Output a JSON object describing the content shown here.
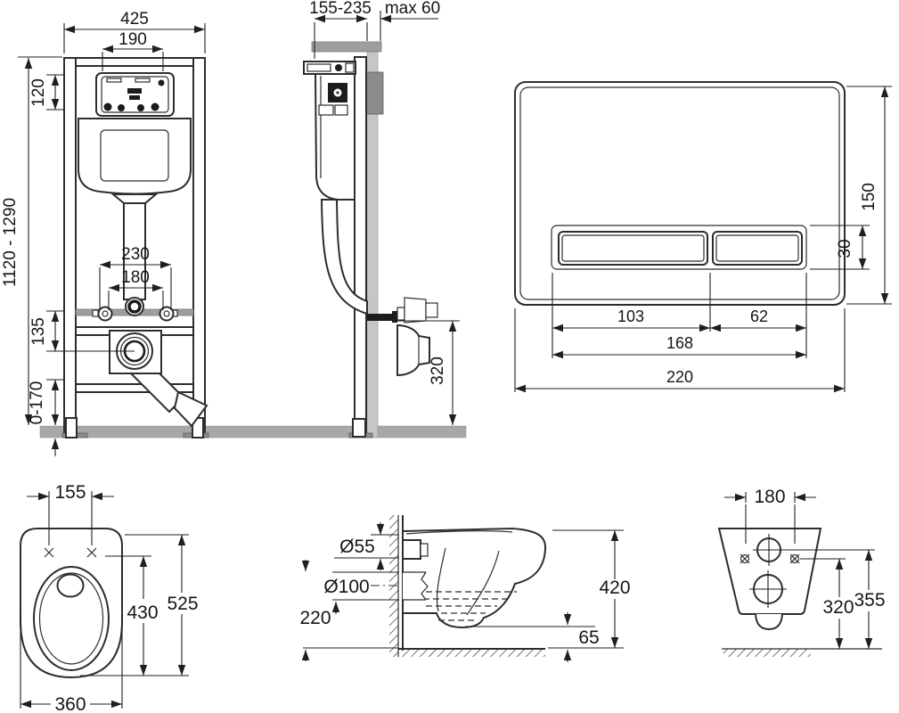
{
  "drawing": {
    "frame_front": {
      "width": "425",
      "opening_width": "190",
      "opening_height": "120",
      "frame_height": "1120 - 1290",
      "fixing_span": "230",
      "fixing_spacing": "180",
      "drain_offset": "135",
      "adjust_range": "0-170"
    },
    "frame_side": {
      "depth": "155-235",
      "wall_thickness": "max 60",
      "outlet_height": "320"
    },
    "flush_plate": {
      "plate_height": "150",
      "button_height": "30",
      "large_button_width": "103",
      "small_button_width": "62",
      "buttons_width": "168",
      "plate_width": "220"
    },
    "bowl_front": {
      "fixing_span": "155",
      "seat_length": "430",
      "total_length": "525",
      "bowl_width": "360"
    },
    "bowl_side": {
      "inlet_diameter": "Ø55",
      "outlet_diameter": "Ø100",
      "outlet_height": "220",
      "rim_height": "420",
      "clearance": "65"
    },
    "bowl_rear": {
      "fixing_span": "180",
      "outlet_height": "320",
      "inlet_height": "355"
    }
  }
}
